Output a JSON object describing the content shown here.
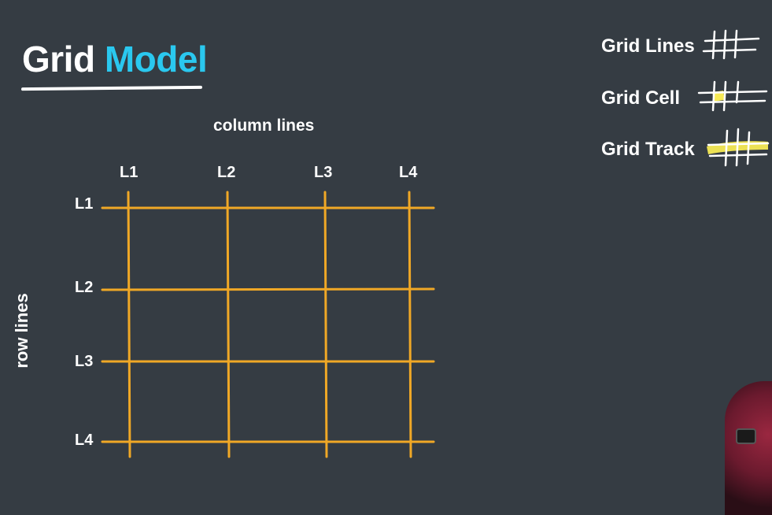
{
  "title": {
    "word1": "Grid",
    "word2": "Model"
  },
  "axis_labels": {
    "columns": "column lines",
    "rows": "row lines"
  },
  "column_ticks": [
    "L1",
    "L2",
    "L3",
    "L4"
  ],
  "row_ticks": [
    "L1",
    "L2",
    "L3",
    "L4"
  ],
  "legend": [
    {
      "label": "Grid Lines",
      "icon": "grid-lines-icon"
    },
    {
      "label": "Grid Cell",
      "icon": "grid-cell-icon"
    },
    {
      "label": "Grid Track",
      "icon": "grid-track-icon"
    }
  ],
  "colors": {
    "background": "#353c43",
    "grid_line": "#f0a826",
    "accent": "#2ac8ef",
    "highlight": "#f7ea55"
  }
}
